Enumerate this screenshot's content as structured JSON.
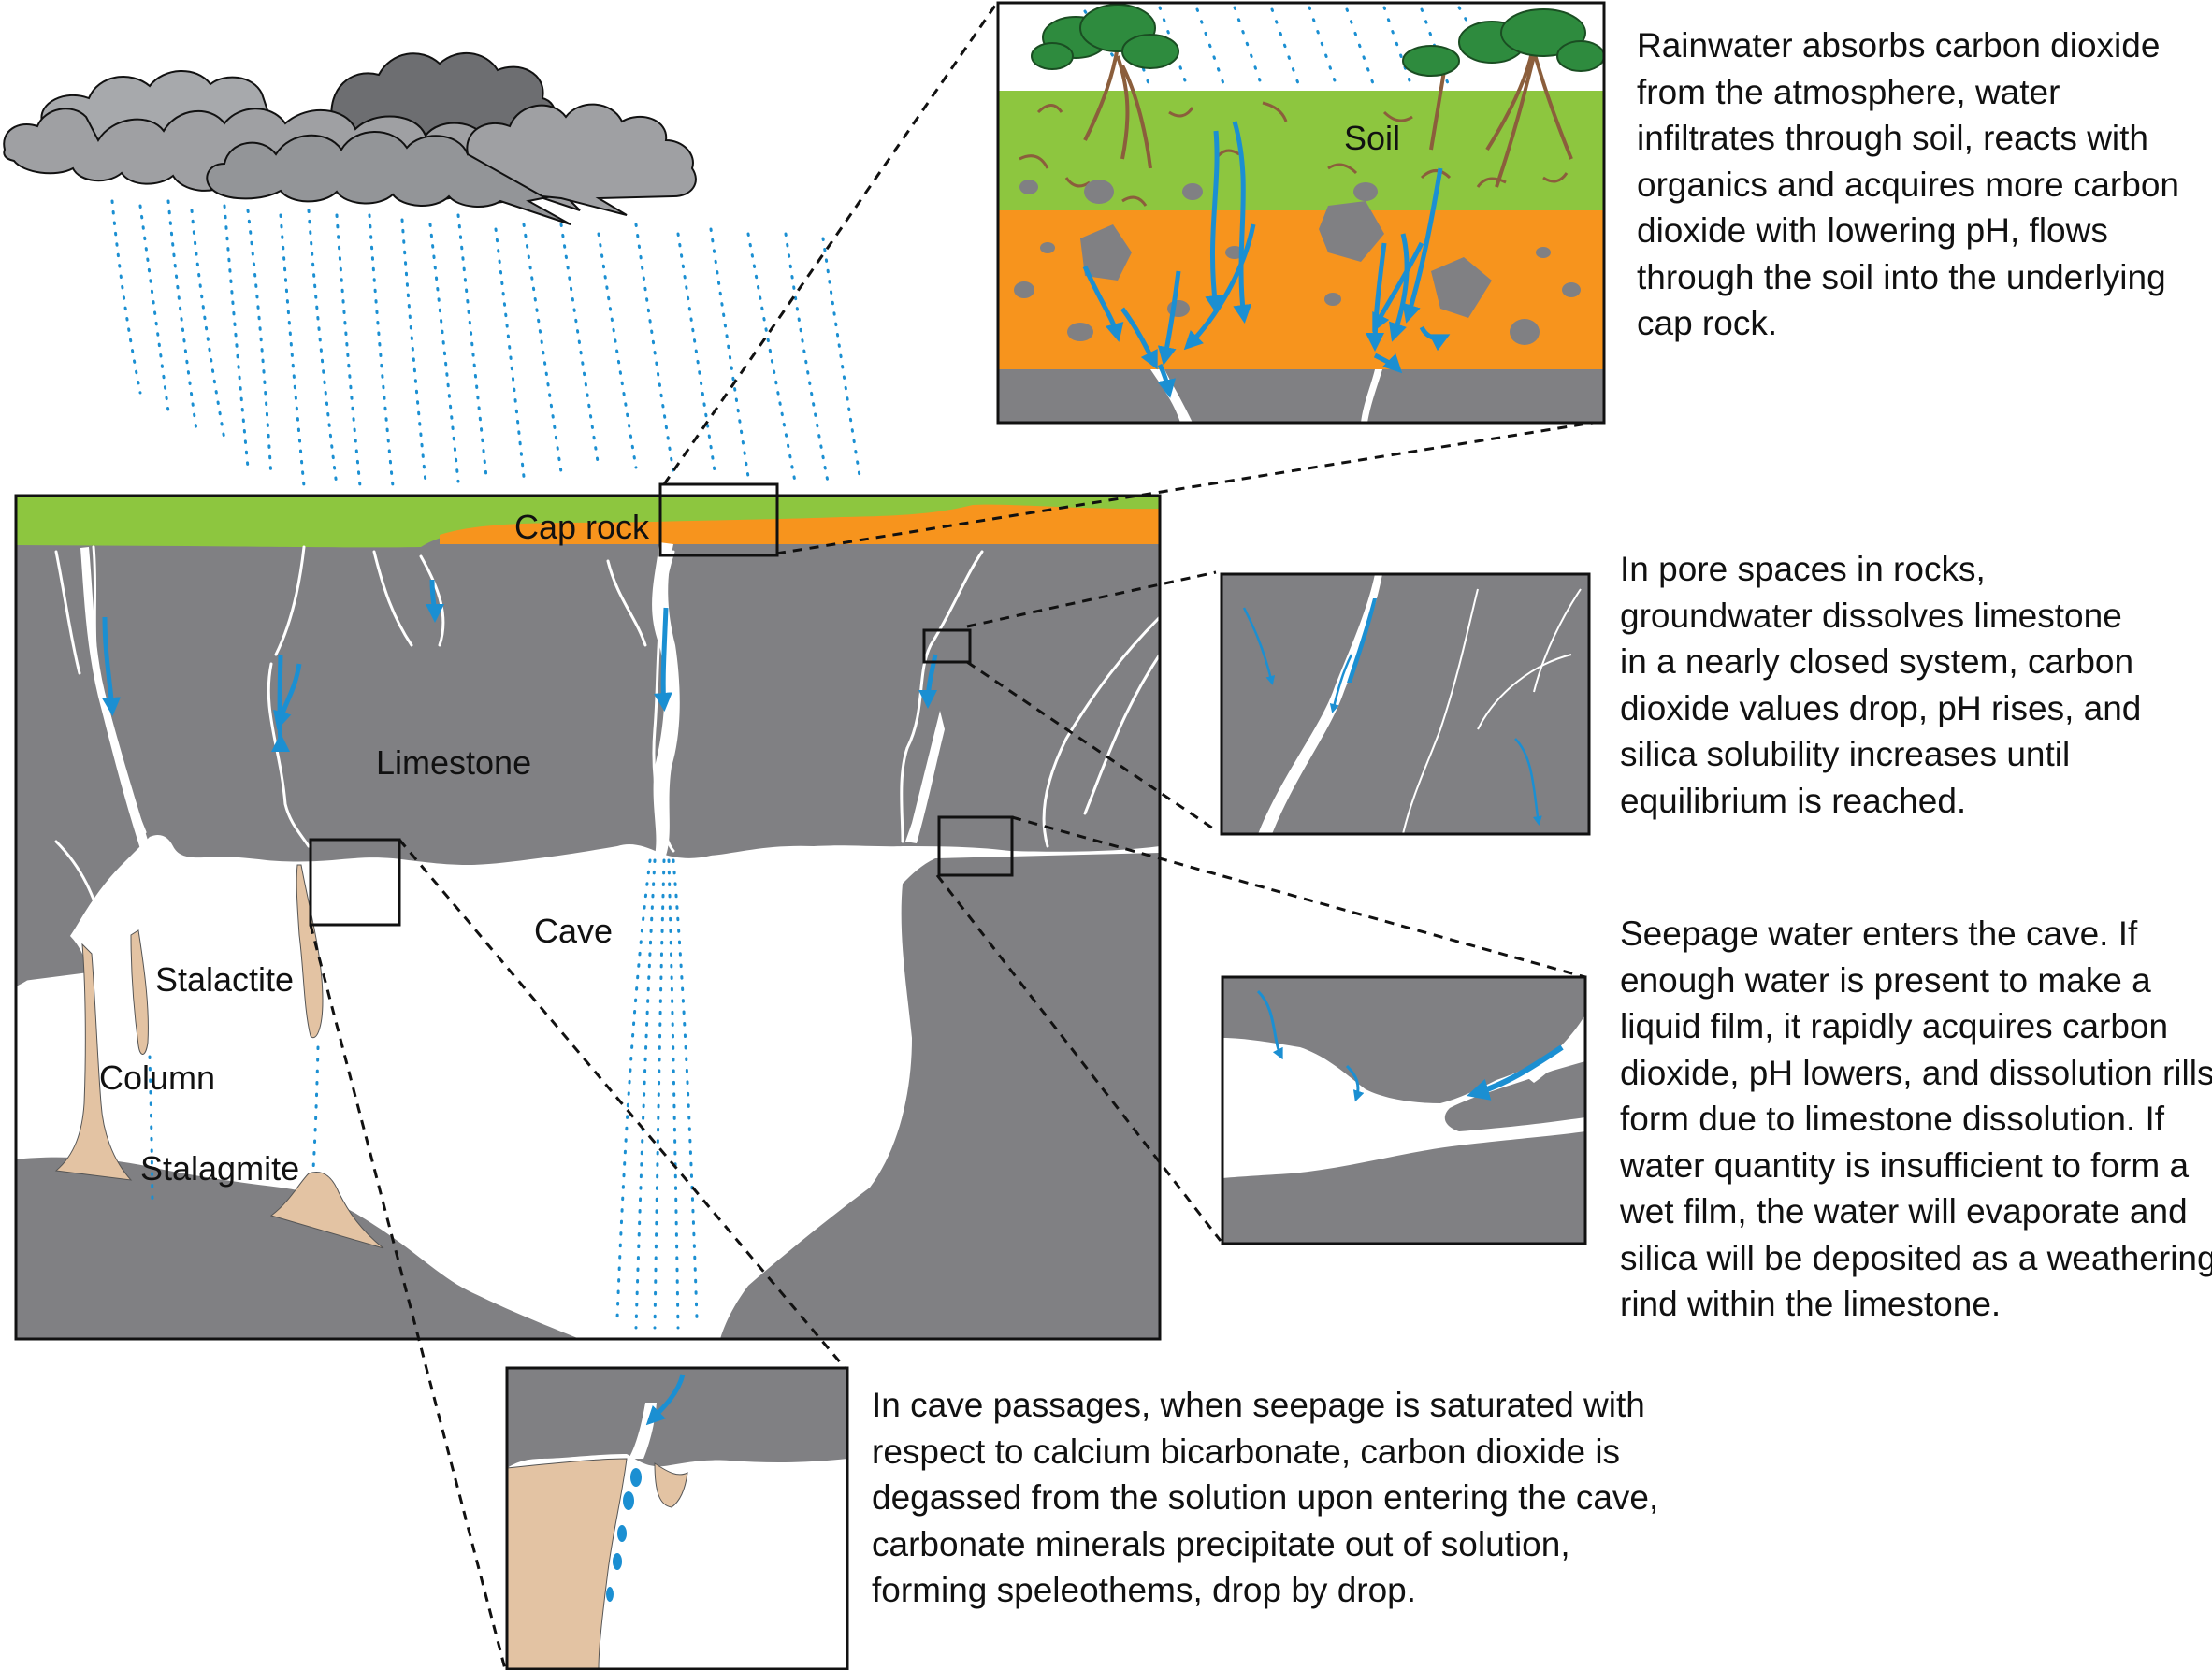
{
  "labels": {
    "soil": "Soil",
    "cap_rock": "Cap rock",
    "limestone": "Limestone",
    "cave": "Cave",
    "stalactite": "Stalactite",
    "column": "Column",
    "stalagmite": "Stalagmite"
  },
  "descriptions": {
    "soil": "Rainwater absorbs carbon dioxide from the atmosphere, water infiltrates through soil, reacts with organics and acquires more carbon dioxide with lowering pH, flows through the soil into the underlying cap rock.",
    "pore": "In pore spaces in rocks, groundwater dissolves limestone in a nearly closed system, carbon dioxide values drop, pH rises, and silica solubility increases until equilibrium is reached.",
    "seepage": "Seepage water enters the cave. If enough water is present to make a liquid film, it rapidly acquires carbon dioxide,  pH lowers, and dissolution rills form due to limestone dissolution.  If water quantity is insufficient to form a wet film, the water will evaporate and silica will be deposited as a weathering rind within the limestone.",
    "cave": "In cave passages, when seepage is saturated with respect to calcium bicarbonate, carbon dioxide is degassed from the solution upon entering the cave, carbonate minerals precipitate out of solution, forming speleothems, drop by drop."
  },
  "colors": {
    "limestone": "#808083",
    "soil": "#8dc63f",
    "cap_rock": "#f7941d",
    "water": "#1b8fd2",
    "speleothem": "#e3c3a3",
    "cloud_light": "#9fa0a3",
    "cloud_dark": "#6d6e71"
  }
}
